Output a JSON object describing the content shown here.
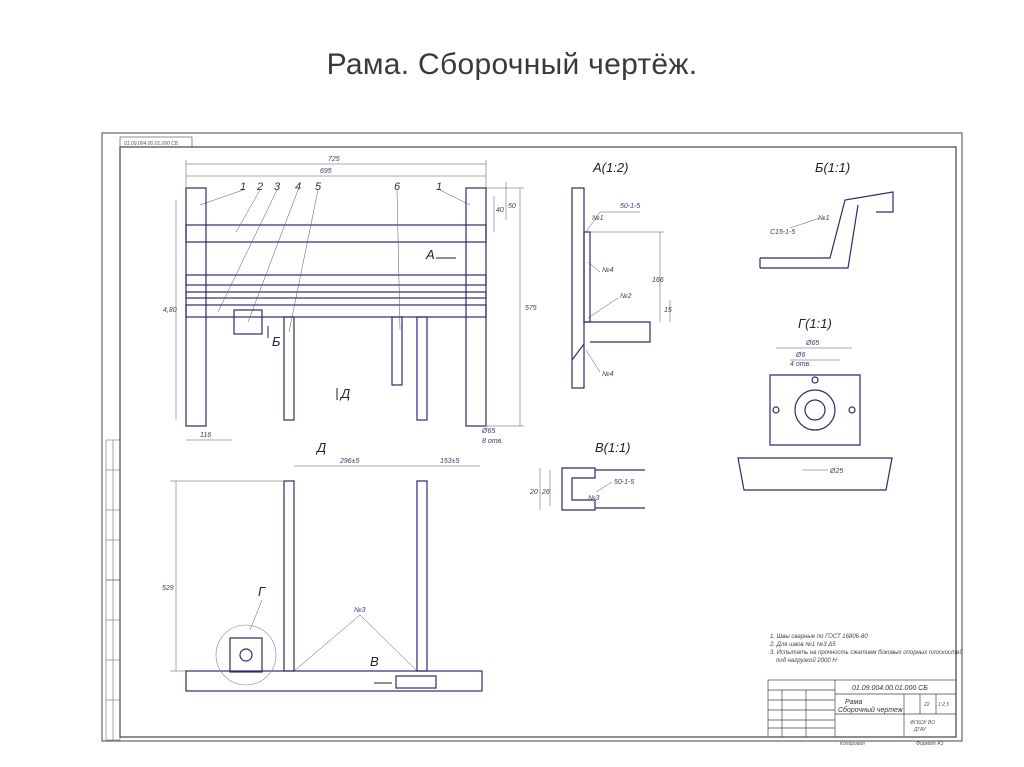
{
  "slide": {
    "title": "Рама. Сборочный чертёж."
  },
  "stamp": {
    "rotated_code": "01.09.004.00.01.000 СБ"
  },
  "main_view": {
    "dim_width_outer": "725",
    "dim_width_inner": "695",
    "dim_height": "575",
    "dim_left_bottom": "116",
    "dim_section": "Ø65",
    "dim_holes": "8 отв.",
    "dim_vertical": "4,80",
    "dim_top_right_1": "40",
    "dim_top_right_2": "50",
    "parts": [
      "1",
      "2",
      "3",
      "4",
      "5",
      "6",
      "1"
    ],
    "arrow_a": "А",
    "arrow_b": "Б",
    "arrow_d": "Д"
  },
  "view_d": {
    "label": "Д",
    "dim_top_left": "296±5",
    "dim_top_right": "153±5",
    "dim_height": "529",
    "label_g": "Г",
    "label_v": "В",
    "weld": "№3"
  },
  "section_a": {
    "label": "А(1:2)",
    "weld_1": "№1",
    "weld_2": "№2",
    "weld_4": "№4",
    "weld_spec": "50-1-5",
    "dim_1": "166",
    "dim_2": "15"
  },
  "section_b": {
    "label": "Б(1:1)",
    "weld": "№1",
    "weld_spec": "С15-1-5"
  },
  "section_g": {
    "label": "Г(1:1)",
    "dim_outer": "Ø65",
    "dim_inner": "Ø6",
    "holes": "4 отв.",
    "dim_hole": "Ø25"
  },
  "section_v": {
    "label": "В(1:1)",
    "weld": "№3",
    "weld_spec": "50-1-5",
    "dim_1": "20",
    "dim_2": "26"
  },
  "notes": [
    "1. Швы сварные по ГОСТ 16806-80",
    "2. Для швов №1 №3 Δ5",
    "3. Испытать на прочность сжатием боковых опорных плоскостей",
    "под нагрузкой 2000 Н"
  ],
  "title_block": {
    "code": "01.09.004.00.01.000 СБ",
    "name_1": "Рама",
    "name_2": "Сборочный чертеж",
    "mass": "22",
    "scale": "1:2,5",
    "org_1": "ФГБОУ ВО",
    "org_2": "ДГАУ",
    "copied": "Копировал",
    "format": "Формат А3"
  }
}
